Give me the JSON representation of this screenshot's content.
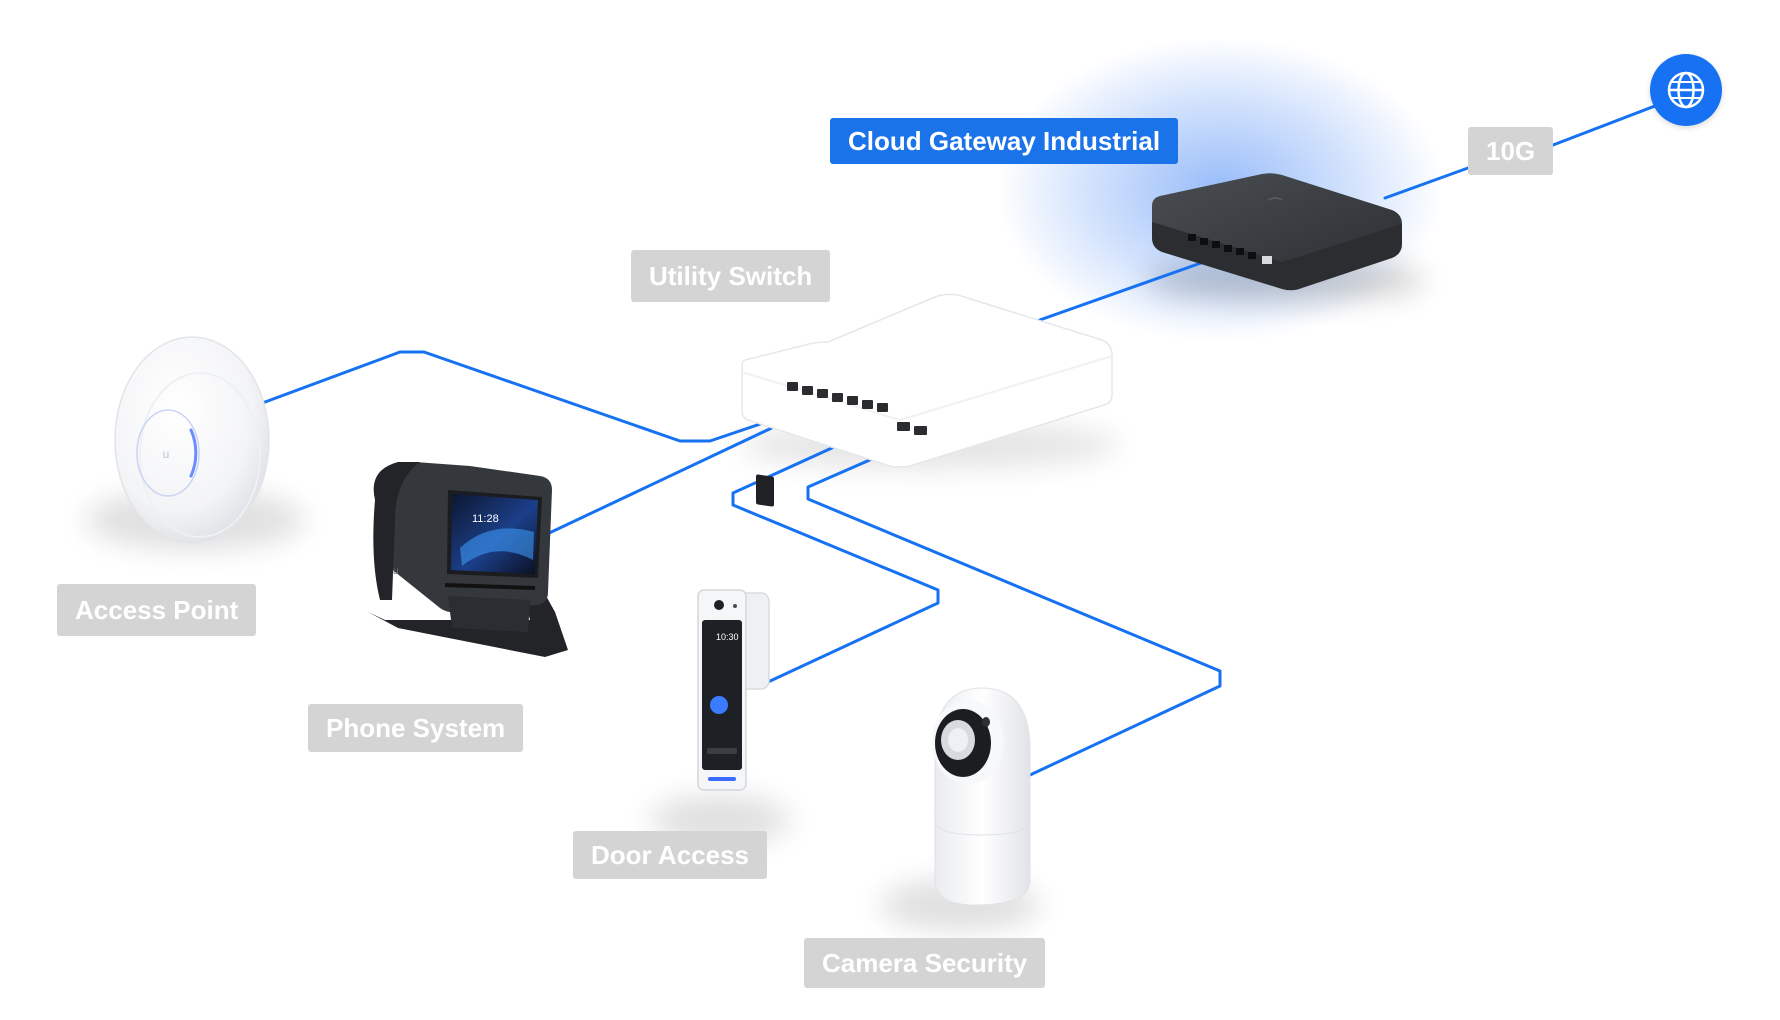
{
  "labels": {
    "cloud_gateway": "Cloud Gateway Industrial",
    "uplink_speed": "10G",
    "utility_switch": "Utility Switch",
    "access_point": "Access Point",
    "phone_system": "Phone System",
    "door_access": "Door Access",
    "camera_security": "Camera Security"
  },
  "phone_screen": {
    "time": "11:28"
  },
  "door_screen": {
    "time": "10:30"
  },
  "colors": {
    "link": "#1672f3",
    "accent": "#1a73e8",
    "label_bg": "#d4d4d4"
  },
  "icons": [
    "globe-icon"
  ]
}
